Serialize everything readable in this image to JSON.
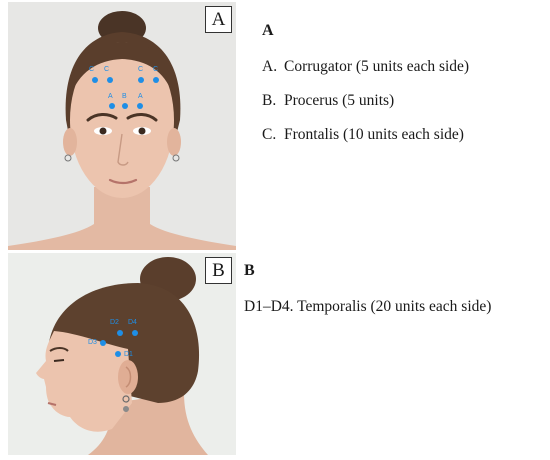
{
  "panel_a": {
    "badge": "A",
    "heading": "A",
    "items": [
      {
        "letter": "A.",
        "text": "Corrugator (5 units each side)"
      },
      {
        "letter": "B.",
        "text": "Procerus (5 units)"
      },
      {
        "letter": "C.",
        "text": "Frontalis (10 units each side)"
      }
    ],
    "points": [
      {
        "label": "C"
      },
      {
        "label": "C"
      },
      {
        "label": "C"
      },
      {
        "label": "C"
      },
      {
        "label": "A"
      },
      {
        "label": "B"
      },
      {
        "label": "A"
      }
    ]
  },
  "panel_b": {
    "badge": "B",
    "heading": "B",
    "description": "D1–D4. Temporalis (20 units each side)",
    "points": [
      {
        "label": "D2"
      },
      {
        "label": "D4"
      },
      {
        "label": "D3"
      },
      {
        "label": "D1"
      }
    ]
  },
  "colors": {
    "injection_point": "#1e8ee6"
  }
}
